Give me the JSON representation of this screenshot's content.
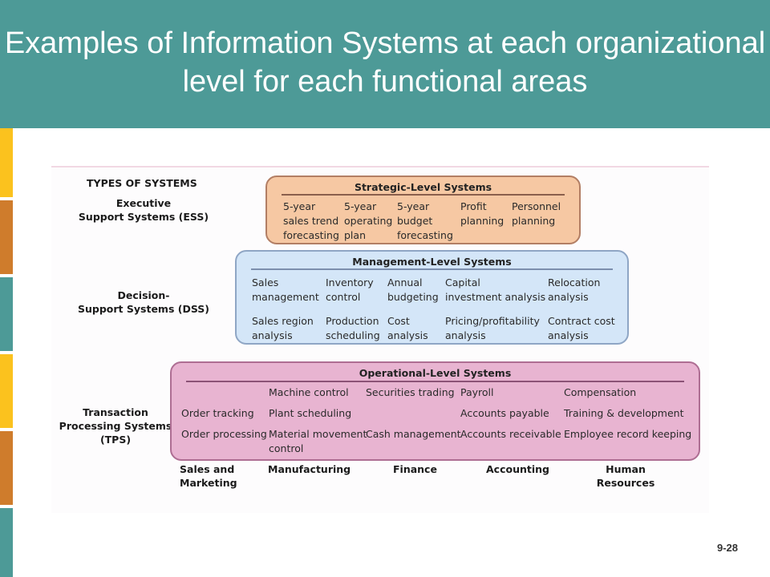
{
  "title": "Examples of Information Systems at each organizational level for each functional areas",
  "page_number": "9-28",
  "colors": {
    "header": "#4d9a97",
    "strip": [
      "#fbc21e",
      "#cf7c2c",
      "#4d9a97",
      "#fbc21e",
      "#cf7c2c",
      "#4d9a97"
    ],
    "strategic": "#f6c8a3",
    "management": "#d4e6f8",
    "operational": "#e8b4d1"
  },
  "figure": {
    "types_heading": "TYPES OF SYSTEMS",
    "ess_label": "Executive\nSupport Systems (ESS)",
    "dss_label": "Decision-\nSupport Systems (DSS)",
    "tps_label": "Transaction\nProcessing Systems\n(TPS)",
    "strategic": {
      "title": "Strategic-Level Systems",
      "items": [
        "5-year\nsales trend\nforecasting",
        "5-year\noperating\nplan",
        "5-year\nbudget\nforecasting",
        "Profit\nplanning",
        "Personnel\nplanning"
      ]
    },
    "management": {
      "title": "Management-Level Systems",
      "row1": [
        "Sales\nmanagement",
        "Inventory\ncontrol",
        "Annual\nbudgeting",
        "Capital\ninvestment analysis",
        "Relocation\nanalysis"
      ],
      "row2": [
        "Sales region\nanalysis",
        "Production\nscheduling",
        "Cost\nanalysis",
        "Pricing/profitability\nanalysis",
        "Contract cost\nanalysis"
      ]
    },
    "operational": {
      "title": "Operational-Level Systems",
      "row1": [
        "Machine control",
        "Securities trading",
        "Payroll",
        "Compensation"
      ],
      "row2": [
        "Order tracking",
        "Plant scheduling",
        "Accounts payable",
        "Training & development"
      ],
      "row3": [
        "Order processing",
        "Material movement\ncontrol",
        "Cash management",
        "Accounts receivable",
        "Employee record keeping"
      ]
    },
    "areas": [
      "Sales and\nMarketing",
      "Manufacturing",
      "Finance",
      "Accounting",
      "Human\nResources"
    ]
  }
}
